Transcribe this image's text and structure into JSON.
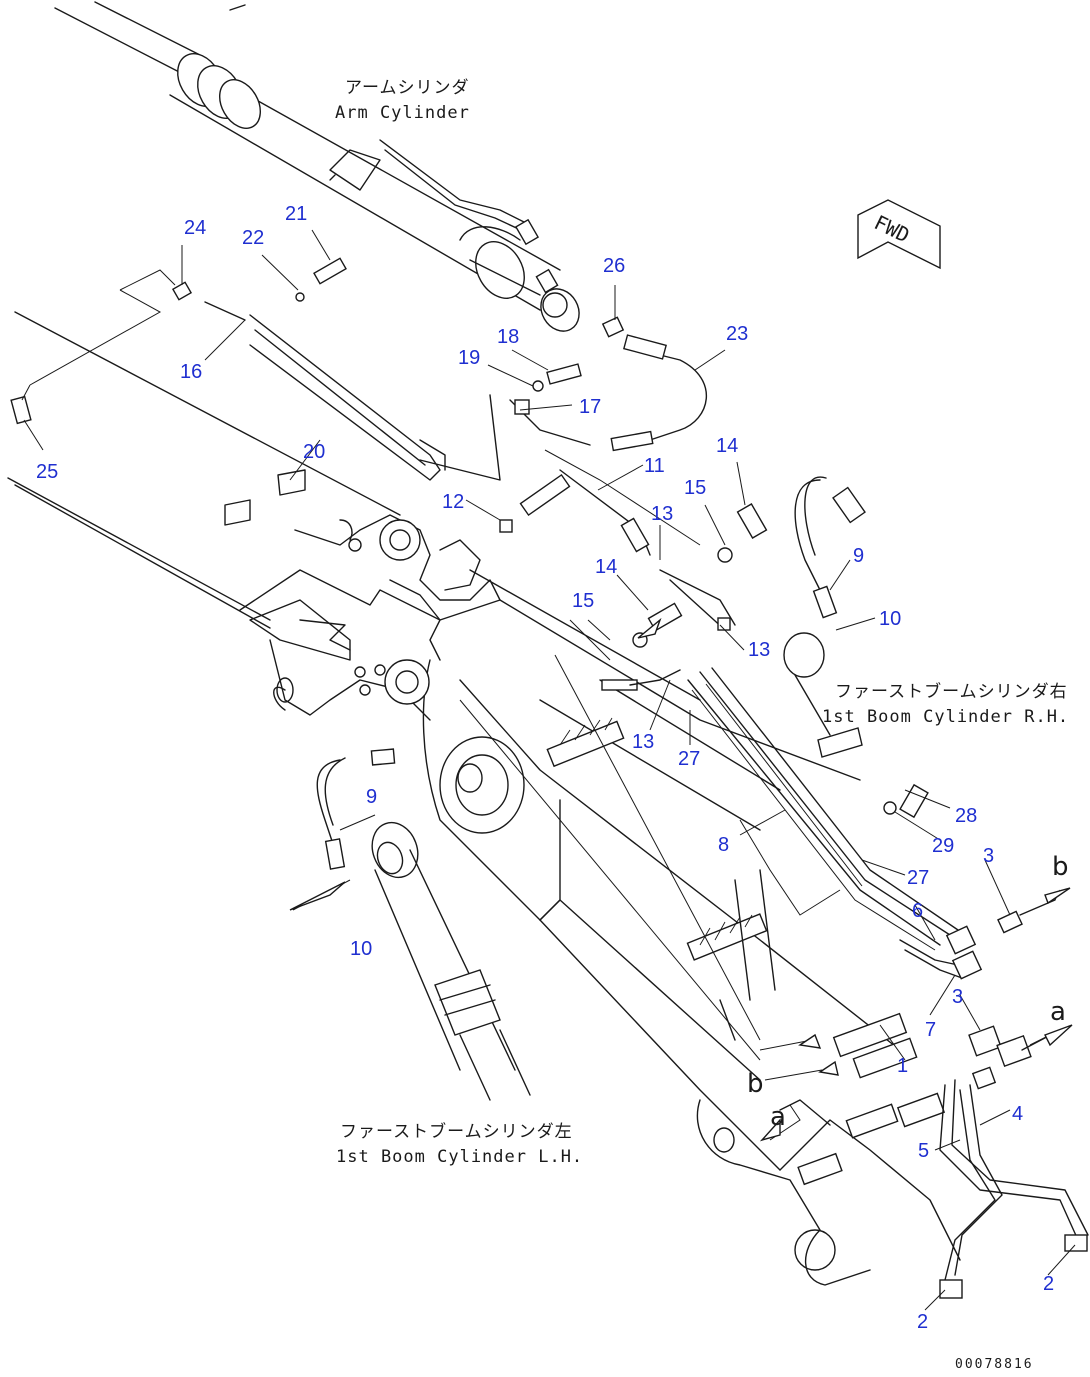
{
  "labels": {
    "arm_cylinder_jp": "アームシリンダ",
    "arm_cylinder_en": "Arm Cylinder",
    "boom_rh_jp": "ファーストブームシリンダ右",
    "boom_rh_en": "1st Boom Cylinder R.H.",
    "boom_lh_jp": "ファーストブームシリンダ左",
    "boom_lh_en": "1st Boom Cylinder L.H.",
    "fwd": "FWD"
  },
  "connectors": {
    "a1": "a",
    "a2": "a",
    "b1": "b",
    "b2": "b"
  },
  "doc_number": "00078816",
  "callouts": [
    {
      "id": "c24",
      "text": "24"
    },
    {
      "id": "c22",
      "text": "22"
    },
    {
      "id": "c21",
      "text": "21"
    },
    {
      "id": "c16",
      "text": "16"
    },
    {
      "id": "c25",
      "text": "25"
    },
    {
      "id": "c20",
      "text": "20"
    },
    {
      "id": "c26",
      "text": "26"
    },
    {
      "id": "c23",
      "text": "23"
    },
    {
      "id": "c18",
      "text": "18"
    },
    {
      "id": "c19",
      "text": "19"
    },
    {
      "id": "c17",
      "text": "17"
    },
    {
      "id": "c11",
      "text": "11"
    },
    {
      "id": "c12",
      "text": "12"
    },
    {
      "id": "c14a",
      "text": "14"
    },
    {
      "id": "c15a",
      "text": "15"
    },
    {
      "id": "c13a",
      "text": "13"
    },
    {
      "id": "c14b",
      "text": "14"
    },
    {
      "id": "c15b",
      "text": "15"
    },
    {
      "id": "c9a",
      "text": "9"
    },
    {
      "id": "c10a",
      "text": "10"
    },
    {
      "id": "c13b",
      "text": "13"
    },
    {
      "id": "c13c",
      "text": "13"
    },
    {
      "id": "c27a",
      "text": "27"
    },
    {
      "id": "c9b",
      "text": "9"
    },
    {
      "id": "c8",
      "text": "8"
    },
    {
      "id": "c28",
      "text": "28"
    },
    {
      "id": "c29",
      "text": "29"
    },
    {
      "id": "c3a",
      "text": "3"
    },
    {
      "id": "c27b",
      "text": "27"
    },
    {
      "id": "c6",
      "text": "6"
    },
    {
      "id": "c10b",
      "text": "10"
    },
    {
      "id": "c3b",
      "text": "3"
    },
    {
      "id": "c7",
      "text": "7"
    },
    {
      "id": "c1",
      "text": "1"
    },
    {
      "id": "c4",
      "text": "4"
    },
    {
      "id": "c5",
      "text": "5"
    },
    {
      "id": "c2a",
      "text": "2"
    },
    {
      "id": "c2b",
      "text": "2"
    }
  ]
}
